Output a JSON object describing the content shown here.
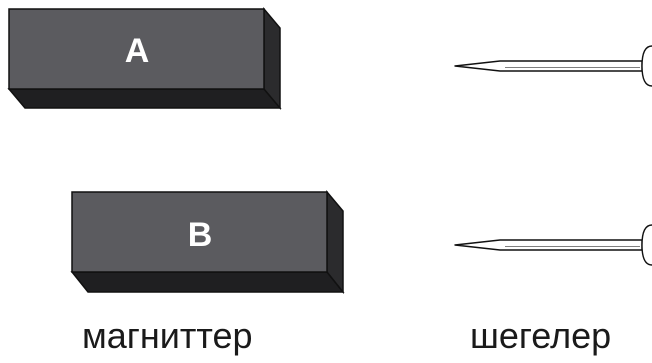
{
  "magnets": [
    {
      "label": "A"
    },
    {
      "label": "B"
    }
  ],
  "captions": {
    "magnets": "магниттер",
    "nails": "шегелер"
  },
  "colors": {
    "magnet_front": "#5b5b5f",
    "magnet_side": "#2b2b2d",
    "magnet_bottom": "#1f1f21",
    "outline": "#111111",
    "nail_fill": "#ffffff"
  }
}
